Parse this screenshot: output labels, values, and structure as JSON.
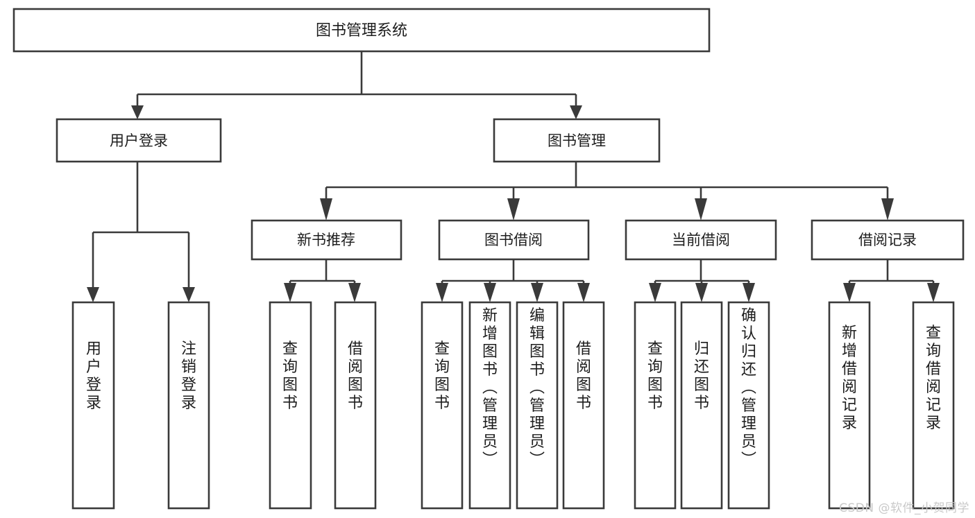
{
  "diagram": {
    "kind": "tree-hierarchy-chart",
    "title_node": {
      "label": "图书管理系统"
    },
    "level1": [
      {
        "id": "user-login",
        "label": "用户登录"
      },
      {
        "id": "book-manage",
        "label": "图书管理"
      }
    ],
    "level2": [
      {
        "id": "new-book-recommend",
        "label": "新书推荐",
        "parent": "book-manage"
      },
      {
        "id": "book-borrow",
        "label": "图书借阅",
        "parent": "book-manage"
      },
      {
        "id": "current-borrow",
        "label": "当前借阅",
        "parent": "book-manage"
      },
      {
        "id": "borrow-record",
        "label": "借阅记录",
        "parent": "book-manage"
      }
    ],
    "leaves": [
      {
        "id": "leaf-user-login",
        "label": "用户登录",
        "parent": "user-login"
      },
      {
        "id": "leaf-logout-login",
        "label": "注销登录",
        "parent": "user-login"
      },
      {
        "id": "leaf-query-book-1",
        "label": "查询图书",
        "parent": "new-book-recommend"
      },
      {
        "id": "leaf-borrow-book-1",
        "label": "借阅图书",
        "parent": "new-book-recommend"
      },
      {
        "id": "leaf-query-book-2",
        "label": "查询图书",
        "parent": "book-borrow"
      },
      {
        "id": "leaf-add-book",
        "label": "新增图书（管理员）",
        "parent": "book-borrow"
      },
      {
        "id": "leaf-edit-book",
        "label": "编辑图书（管理员）",
        "parent": "book-borrow"
      },
      {
        "id": "leaf-borrow-book-2",
        "label": "借阅图书",
        "parent": "book-borrow"
      },
      {
        "id": "leaf-query-book-3",
        "label": "查询图书",
        "parent": "current-borrow"
      },
      {
        "id": "leaf-return-book",
        "label": "归还图书",
        "parent": "current-borrow"
      },
      {
        "id": "leaf-confirm-return",
        "label": "确认归还（管理员）",
        "parent": "current-borrow"
      },
      {
        "id": "leaf-add-record",
        "label": "新增借阅记录",
        "parent": "borrow-record"
      },
      {
        "id": "leaf-query-record",
        "label": "查询借阅记录",
        "parent": "borrow-record"
      }
    ],
    "colors": {
      "stroke": "#3a3a3a",
      "box_fill": "#ffffff",
      "text": "#1d1d1d",
      "background": "#ffffff",
      "watermark": "#c9c9c9"
    }
  },
  "watermark": {
    "text": "CSDN @软件_小贺同学"
  }
}
